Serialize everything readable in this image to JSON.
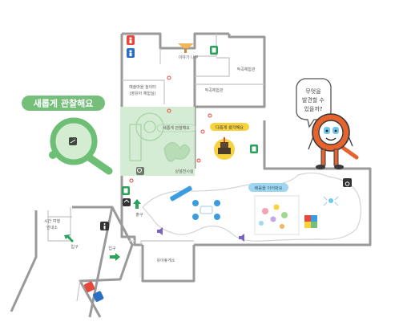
{
  "colors": {
    "wall": "#9a9a9a",
    "green_zone": "#d5ecd4",
    "badge_green": "#76bf7a",
    "magnifier": "#6cbf74",
    "hint_badge": "#f7d23c",
    "learn_badge": "#9fd6f0",
    "mascot": "#e7632e",
    "arrow_green": "#2aa35a",
    "toilet_red": "#e8483b",
    "toilet_blue": "#2a6fc2",
    "sound_purple": "#7b63c4",
    "blue_mark": "#3b9de0"
  },
  "labels": {
    "zone_badge": "새롭게 관찰해요",
    "speech_bubble": [
      "무엇을",
      "발견할 수",
      "있을까?"
    ],
    "hint_badge": "다음게 생각해요",
    "learn_badge": "배움을 이어봐요",
    "tree": "이야기 나무",
    "play_room": [
      "예술마을 놀이터",
      "(영유아 체험실)"
    ],
    "workshop_top": "작곡체험관",
    "workshop_mid": "작곡체험관",
    "green_room": "새롭게 관찰해요",
    "gallery": "상설전시실",
    "time_info": [
      "시간 여행",
      "안내소"
    ],
    "exit_left": "입구",
    "exit_mid": "입구",
    "exit_right": "출구",
    "nursing": "유아휴게소"
  },
  "icons": [
    "toilet-icon",
    "emergency-exit-icon",
    "elevator-icon",
    "info-icon",
    "wheelchair-icon",
    "sound-icon",
    "magnifier-icon",
    "cake-icon",
    "mascot-magnifier-icon"
  ]
}
